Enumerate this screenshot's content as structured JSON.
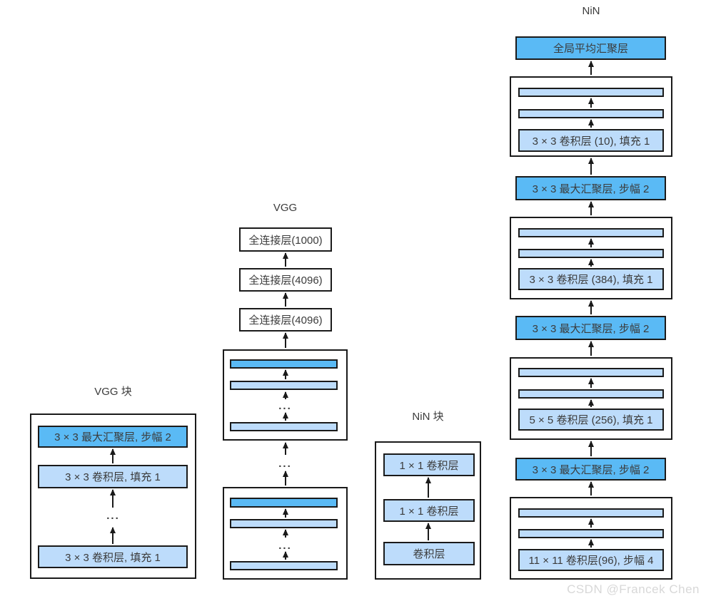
{
  "ellipsis": "...",
  "watermark": "CSDN @Francek Chen",
  "colors": {
    "pool": "#5ABAF5",
    "conv": "#BDDCFB",
    "border": "#1a1a1a",
    "text": "#3b3b3b",
    "watermark": "#d8d8d8"
  },
  "vgg_block": {
    "title": "VGG 块",
    "pool": "3 × 3 最大汇聚层, 步幅 2",
    "conv": "3 × 3 卷积层, 填充 1"
  },
  "vgg": {
    "title": "VGG",
    "fc": [
      "全连接层(1000)",
      "全连接层(4096)",
      "全连接层(4096)"
    ]
  },
  "nin_block": {
    "title": "NiN 块",
    "conv1x1": "1 × 1 卷积层",
    "conv": "卷积层"
  },
  "nin": {
    "title": "NiN",
    "global_pool": "全局平均汇聚层",
    "max_pool": "3 × 3 最大汇聚层, 步幅 2",
    "convs": [
      "3 × 3 卷积层 (10), 填充 1",
      "3 × 3 卷积层 (384), 填充 1",
      "5 × 5 卷积层 (256), 填充 1",
      "11 × 11 卷积层(96), 步幅 4"
    ]
  }
}
